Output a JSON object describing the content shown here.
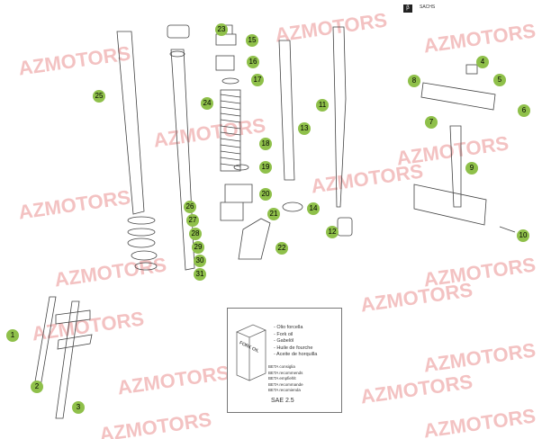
{
  "watermark": "AZMOTORS",
  "brand": {
    "logo": "β",
    "sachs": "SACHS"
  },
  "callout_color": "#8fc04a",
  "watermark_color": "#f2b8b8",
  "callouts": [
    "1",
    "2",
    "3",
    "4",
    "5",
    "6",
    "7",
    "8",
    "9",
    "10",
    "11",
    "12",
    "13",
    "14",
    "15",
    "16",
    "17",
    "18",
    "19",
    "20",
    "21",
    "22",
    "23",
    "24",
    "25",
    "26",
    "27",
    "28",
    "29",
    "30",
    "31"
  ],
  "oil_box": {
    "can_label": "FORK OIL",
    "names": [
      "- Olio forcella",
      "- Fork oil",
      "- Gabelöl",
      "- Huile de fourche",
      "- Aceite de horquilla"
    ],
    "beta": [
      "BETA consiglia",
      "BETA recommends",
      "BETA empfiehlt",
      "BETA recommande",
      "BETA recomienda"
    ],
    "grade": "SAE 2.5"
  }
}
